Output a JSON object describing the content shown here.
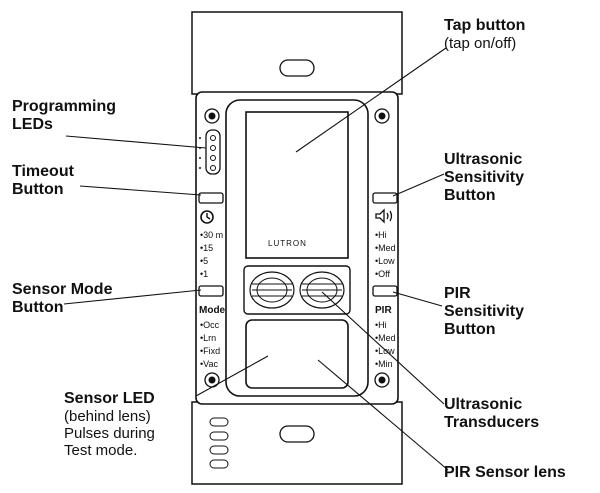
{
  "labels": {
    "tap_button": {
      "title": "Tap button",
      "sub": "(tap on/off)"
    },
    "programming_leds": {
      "line1": "Programming",
      "line2": "LEDs"
    },
    "timeout_button": {
      "line1": "Timeout",
      "line2": "Button"
    },
    "sensor_mode_button": {
      "line1": "Sensor Mode",
      "line2": "Button"
    },
    "sensor_led": {
      "title": "Sensor LED",
      "sub1": "(behind lens)",
      "sub2": "Pulses during",
      "sub3": "Test mode."
    },
    "ultrasonic_sensitivity_button": {
      "line1": "Ultrasonic",
      "line2": "Sensitivity",
      "line3": "Button"
    },
    "pir_sensitivity_button": {
      "line1": "PIR",
      "line2": "Sensitivity",
      "line3": "Button"
    },
    "ultrasonic_transducers": {
      "line1": "Ultrasonic",
      "line2": "Transducers"
    },
    "pir_sensor_lens": {
      "title": "PIR Sensor lens"
    }
  },
  "device": {
    "brand": "LUTRON",
    "timeout_icon": "clock-icon",
    "timeout_options": [
      "•30 m",
      "•15",
      "•5",
      "•1"
    ],
    "ultrasonic_icon": "speaker-icon",
    "ultrasonic_options": [
      "•Hi",
      "•Med",
      "•Low",
      "•Off"
    ],
    "mode_heading": "Mode",
    "mode_options": [
      "•Occ",
      "•Lrn",
      "•Fixd",
      "•Vac"
    ],
    "pir_heading": "PIR",
    "pir_options": [
      "•Hi",
      "•Med",
      "•Low",
      "•Min"
    ]
  }
}
